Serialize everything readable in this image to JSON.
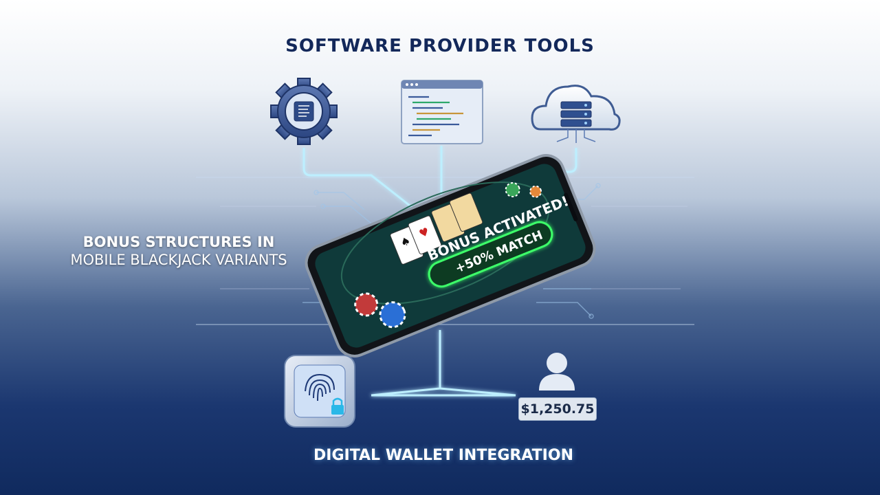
{
  "title": "SOFTWARE PROVIDER TOOLS",
  "left_label": {
    "line1": "BONUS STRUCTURES IN",
    "line2": "MOBILE BLACKJACK VARIANTS"
  },
  "bottom_label": "DIGITAL WALLET INTEGRATION",
  "wallet": {
    "balance": "$1,250.75"
  },
  "phone": {
    "banner_line1": "BONUS ACTIVATED!",
    "banner_line2": "+50% MATCH"
  },
  "icons": [
    "gear-chip-icon",
    "code-editor-icon",
    "cloud-server-icon",
    "fingerprint-lock-icon",
    "user-icon"
  ],
  "colors": {
    "title": "#13285a",
    "glow": "#7fdcff",
    "felt": "#0f3a3a",
    "banner": "#3cff6a"
  }
}
